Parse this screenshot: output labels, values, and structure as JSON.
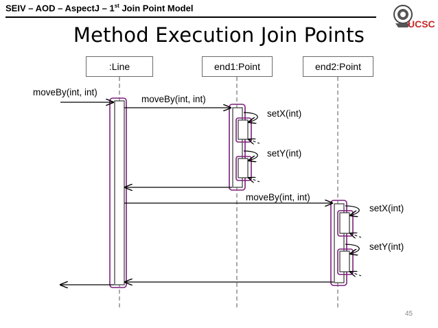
{
  "slide": {
    "header_prefix": "SEIV – AOD – AspectJ – 1",
    "header_sup": "st",
    "header_suffix": " Join Point Model",
    "title": "Method Execution Join Points",
    "logo_text": "UCSC",
    "page_number": "45"
  },
  "diagram": {
    "lifelines": [
      ":Line",
      "end1:Point",
      "end2:Point"
    ],
    "messages": {
      "incoming": "moveBy(int, int)",
      "to_end1": "moveBy(int, int)",
      "end1_setx": "setX(int)",
      "end1_sety": "setY(int)",
      "to_end2": "moveBy(int, int)",
      "end2_setx": "setX(int)",
      "end2_sety": "setY(int)"
    },
    "colors": {
      "join_point_highlight": "#7b1e7a",
      "lifeline": "#555555",
      "activation_border": "#333333"
    }
  }
}
